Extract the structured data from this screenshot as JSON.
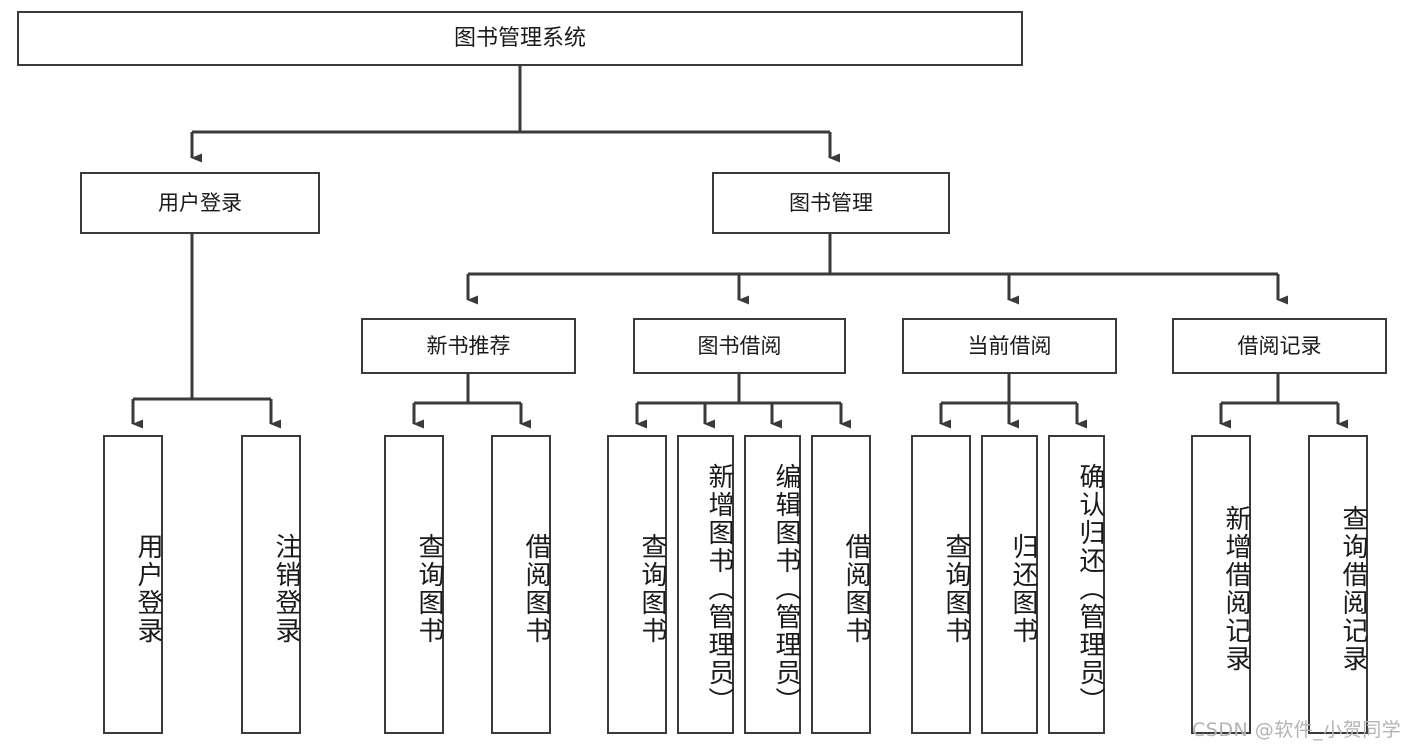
{
  "diagram": {
    "title": "图书管理系统",
    "type": "hierarchy-tree",
    "watermark": "CSDN @软件_小贺同学",
    "colors": {
      "box_border": "#3a3a3a",
      "box_fill": "#ffffff",
      "connector": "#3a3a3a",
      "text": "#1a1a1a",
      "watermark": "#b4b4b4",
      "background": "#ffffff"
    },
    "nodes": {
      "root": {
        "label": "图书管理系统"
      },
      "level2": [
        {
          "id": "user-login",
          "label": "用户登录"
        },
        {
          "id": "book-manage",
          "label": "图书管理"
        }
      ],
      "level3": [
        {
          "id": "new-book-recommend",
          "label": "新书推荐"
        },
        {
          "id": "book-borrow",
          "label": "图书借阅"
        },
        {
          "id": "current-borrow",
          "label": "当前借阅"
        },
        {
          "id": "borrow-record",
          "label": "借阅记录"
        }
      ],
      "leaves": [
        {
          "id": "leaf-user-login",
          "label": "用户登录",
          "parent": "user-login"
        },
        {
          "id": "leaf-logout",
          "label": "注销登录",
          "parent": "user-login"
        },
        {
          "id": "leaf-query-book-1",
          "label": "查询图书",
          "parent": "new-book-recommend"
        },
        {
          "id": "leaf-borrow-book-1",
          "label": "借阅图书",
          "parent": "new-book-recommend"
        },
        {
          "id": "leaf-query-book-2",
          "label": "查询图书",
          "parent": "book-borrow"
        },
        {
          "id": "leaf-add-book",
          "label": "新增图书（管理员）",
          "parent": "book-borrow"
        },
        {
          "id": "leaf-edit-book",
          "label": "编辑图书（管理员）",
          "parent": "book-borrow"
        },
        {
          "id": "leaf-borrow-book-2",
          "label": "借阅图书",
          "parent": "book-borrow"
        },
        {
          "id": "leaf-query-book-3",
          "label": "查询图书",
          "parent": "current-borrow"
        },
        {
          "id": "leaf-return-book",
          "label": "归还图书",
          "parent": "current-borrow"
        },
        {
          "id": "leaf-confirm-return",
          "label": "确认归还（管理员）",
          "parent": "current-borrow"
        },
        {
          "id": "leaf-add-record",
          "label": "新增借阅记录",
          "parent": "borrow-record"
        },
        {
          "id": "leaf-query-record",
          "label": "查询借阅记录",
          "parent": "borrow-record"
        }
      ]
    }
  }
}
